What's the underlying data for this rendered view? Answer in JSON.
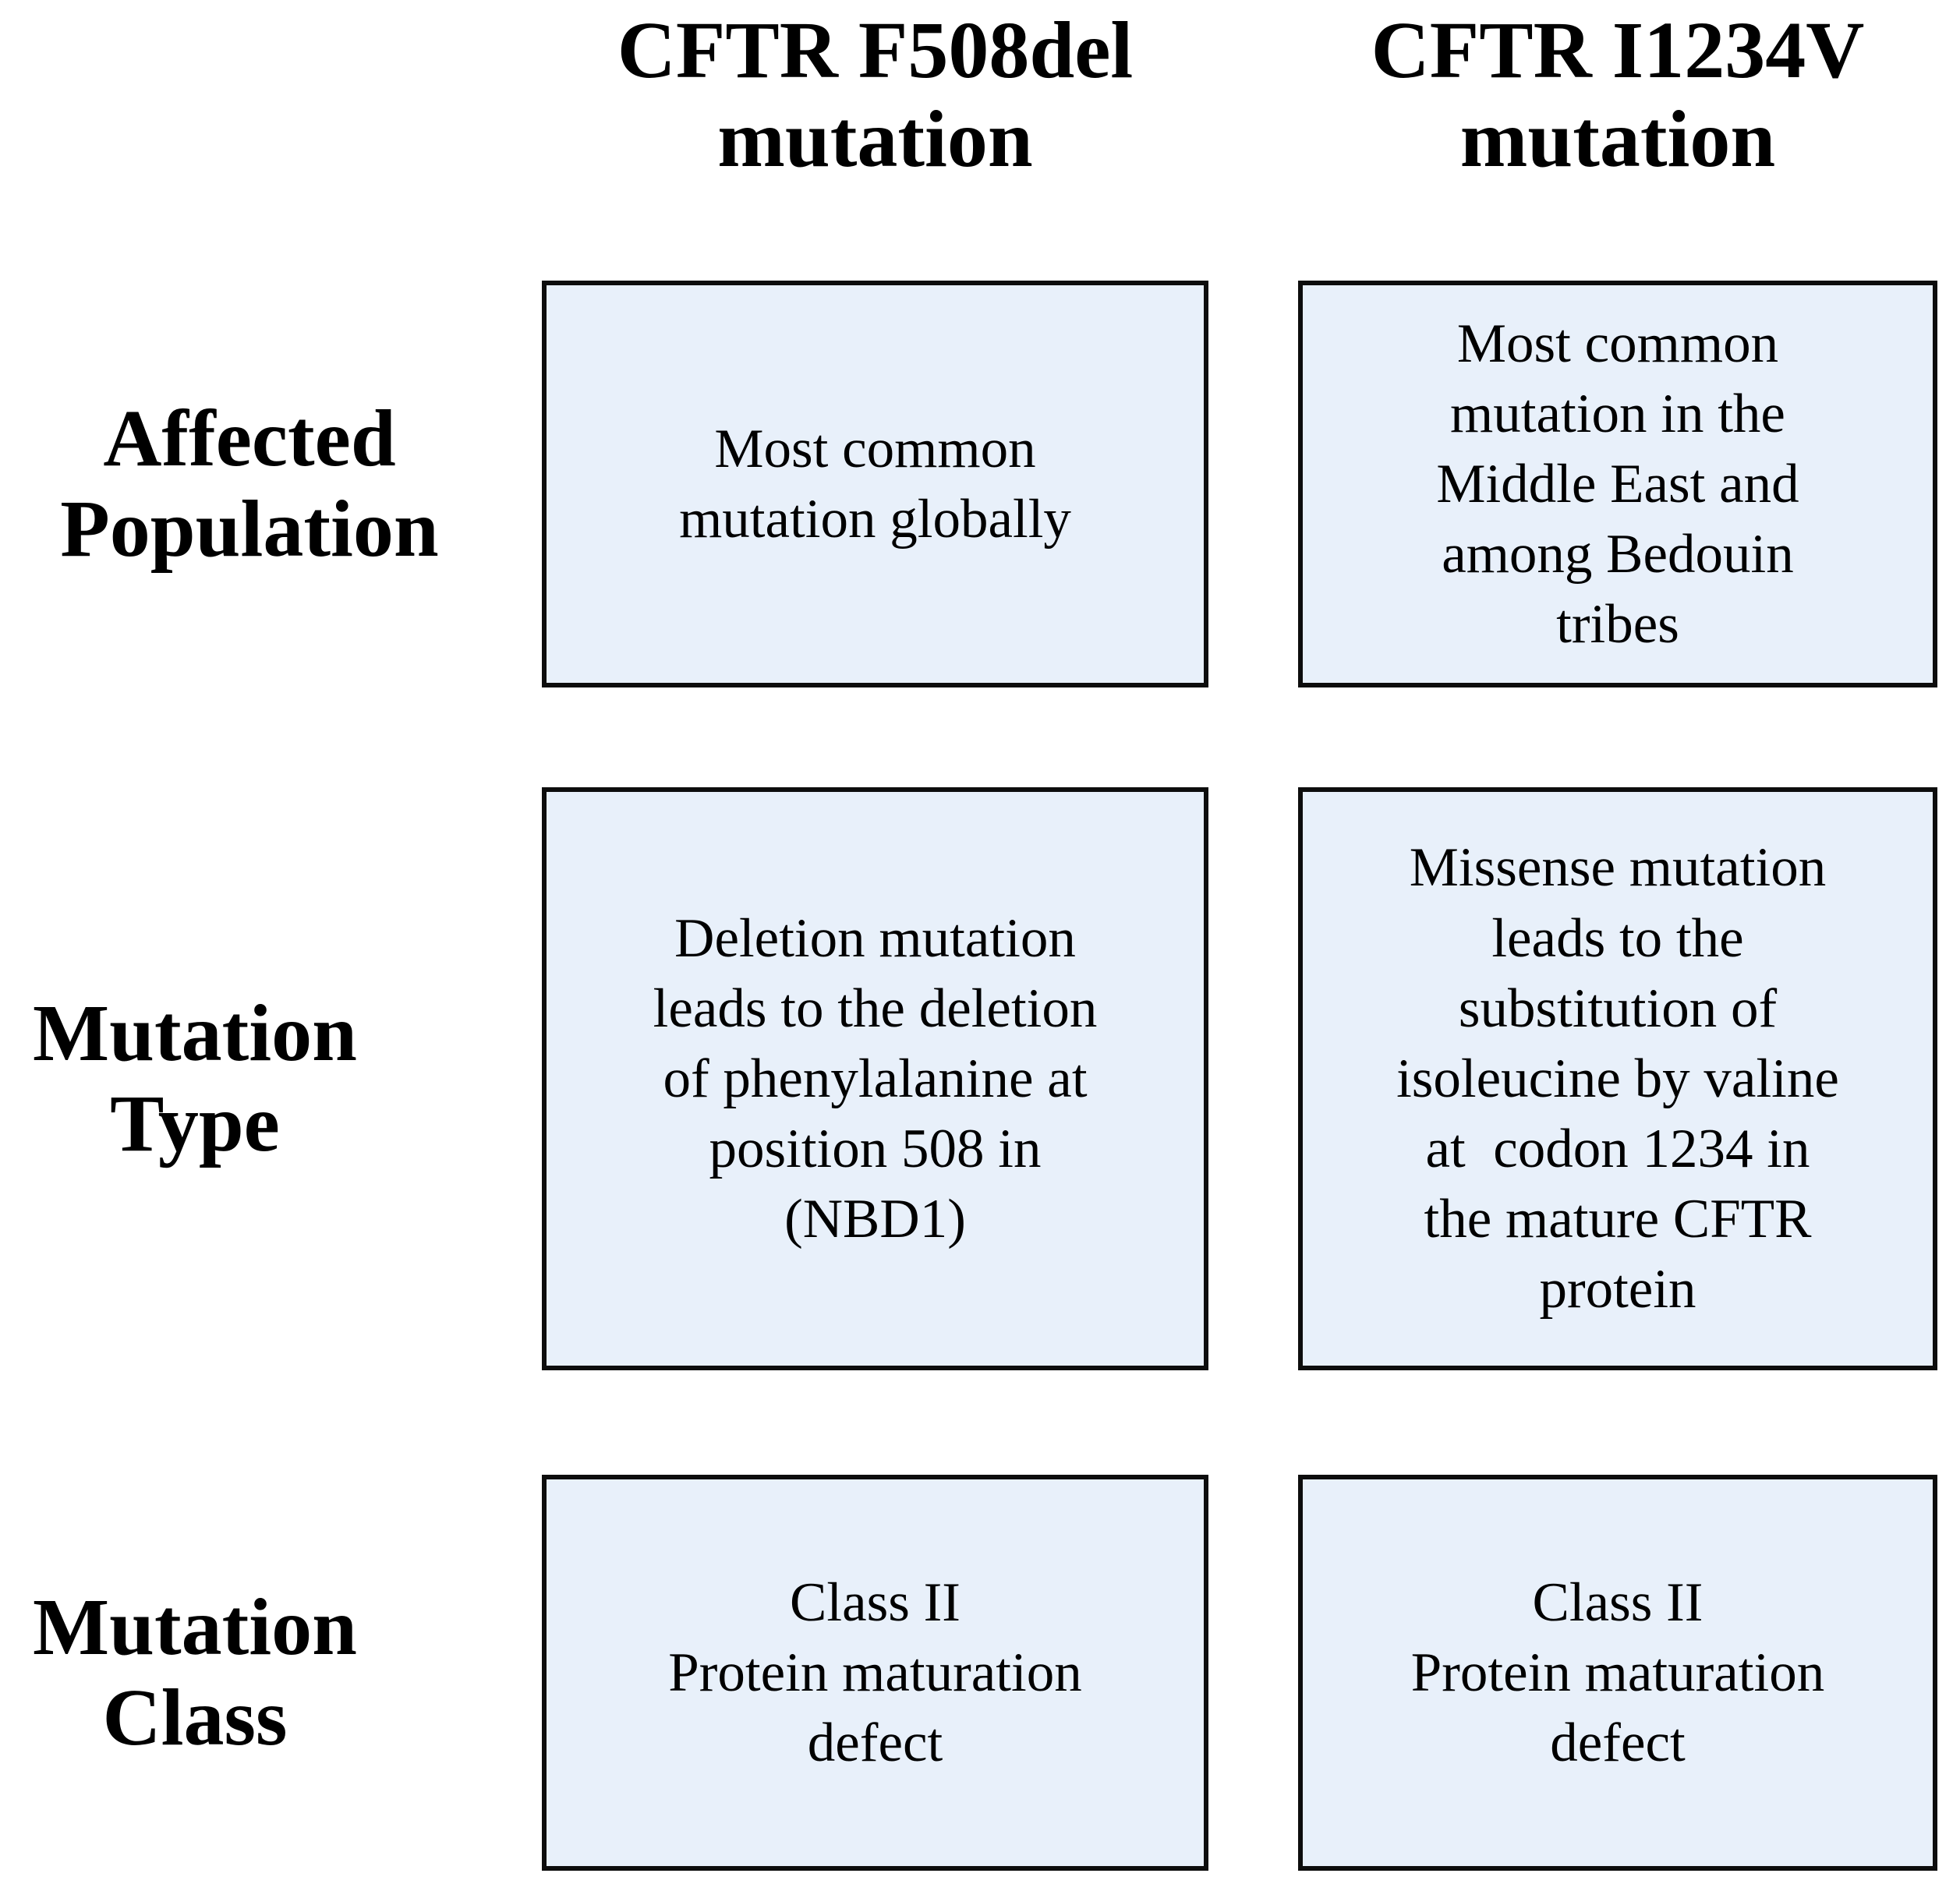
{
  "table": {
    "columns": [
      {
        "header": "CFTR F508del\nmutation"
      },
      {
        "header": "CFTR I1234V\nmutation"
      }
    ],
    "rows": [
      {
        "label": "Affected\nPopulation",
        "cells": [
          "Most common\nmutation globally",
          "Most common\nmutation in the\nMiddle East and\namong Bedouin\ntribes"
        ]
      },
      {
        "label": "Mutation\nType",
        "cells": [
          "Deletion mutation\nleads to the deletion\nof phenylalanine at\nposition 508 in\n(NBD1)",
          "Missense mutation\nleads to the\nsubstitution of\nisoleucine by valine\nat  codon 1234 in\nthe mature CFTR\nprotein"
        ]
      },
      {
        "label": "Mutation\nClass",
        "cells": [
          "Class II\nProtein maturation\ndefect",
          "Class II\nProtein maturation\ndefect"
        ]
      }
    ],
    "colors": {
      "background": "#ffffff",
      "cell_fill": "#e8f0fa",
      "cell_border": "#0d0d0d",
      "text": "#000000"
    }
  }
}
